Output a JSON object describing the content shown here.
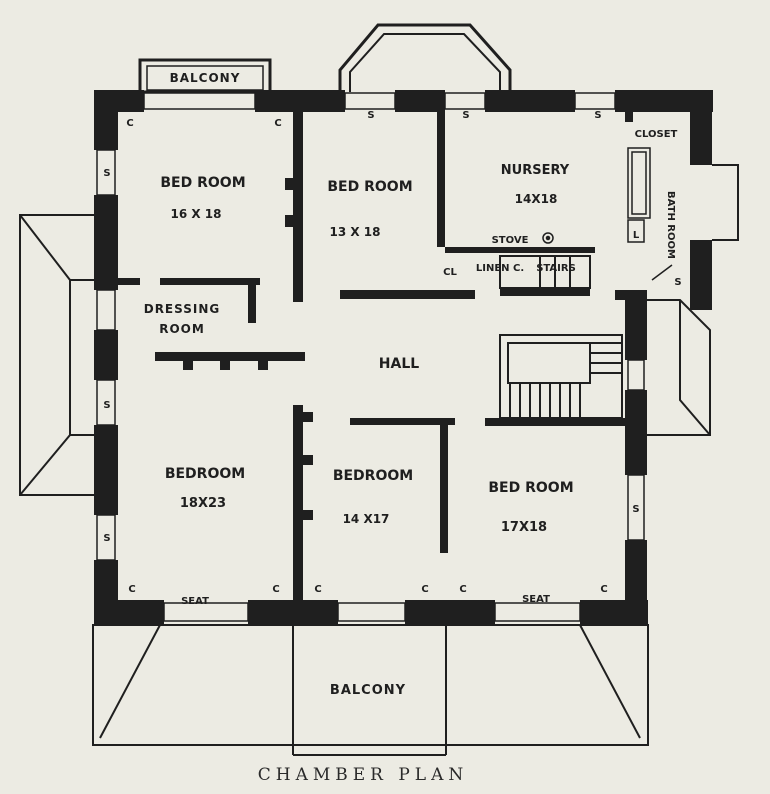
{
  "caption": "CHAMBER PLAN",
  "colors": {
    "paper": "#ecebe3",
    "ink": "#1f1f1f"
  },
  "rooms": {
    "bedroom_nw": {
      "name": "BED ROOM",
      "size": "16 X 18"
    },
    "bedroom_n": {
      "name": "BED ROOM",
      "size": "13 X 18"
    },
    "nursery": {
      "name": "NURSERY",
      "size": "14X18"
    },
    "dressing": {
      "name_1": "DRESSING",
      "name_2": "ROOM"
    },
    "hall": {
      "name": "HALL"
    },
    "bedroom_sw": {
      "name": "BEDROOM",
      "size": "18X23"
    },
    "bedroom_s": {
      "name": "BEDROOM",
      "size": "14 X17"
    },
    "bedroom_se": {
      "name": "BED ROOM",
      "size": "17X18"
    },
    "closet": {
      "name": "CLOSET"
    },
    "bath": {
      "name": "BATH ROOM"
    }
  },
  "fixtures": {
    "stove": "STOVE",
    "linen": "LINEN C.",
    "stairs": "STAIRS",
    "closet_short": "CL",
    "l_mark": "L",
    "closet_mark": "C",
    "stove_mark": "S",
    "seat": "SEAT"
  },
  "balconies": {
    "top": "BALCONY",
    "bottom": "BALCONY"
  }
}
